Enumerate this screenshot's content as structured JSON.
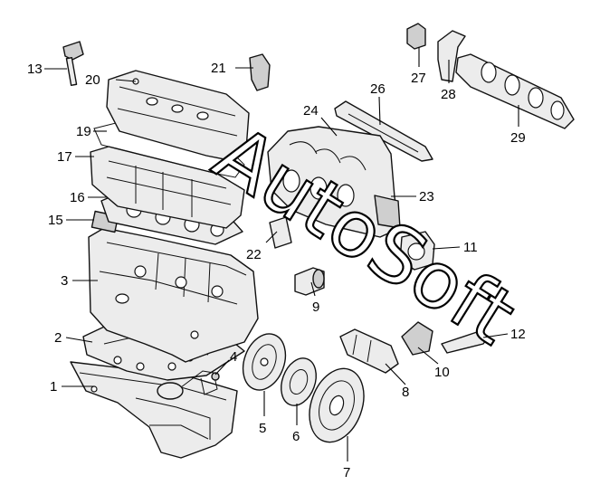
{
  "diagram": {
    "callouts": [
      "1",
      "2",
      "3",
      "4",
      "5",
      "6",
      "7",
      "8",
      "9",
      "10",
      "11",
      "12",
      "13",
      "15",
      "16",
      "17",
      "19",
      "20",
      "21",
      "22",
      "23",
      "24",
      "26",
      "27",
      "28",
      "29"
    ],
    "watermark": "AutoSoft"
  }
}
